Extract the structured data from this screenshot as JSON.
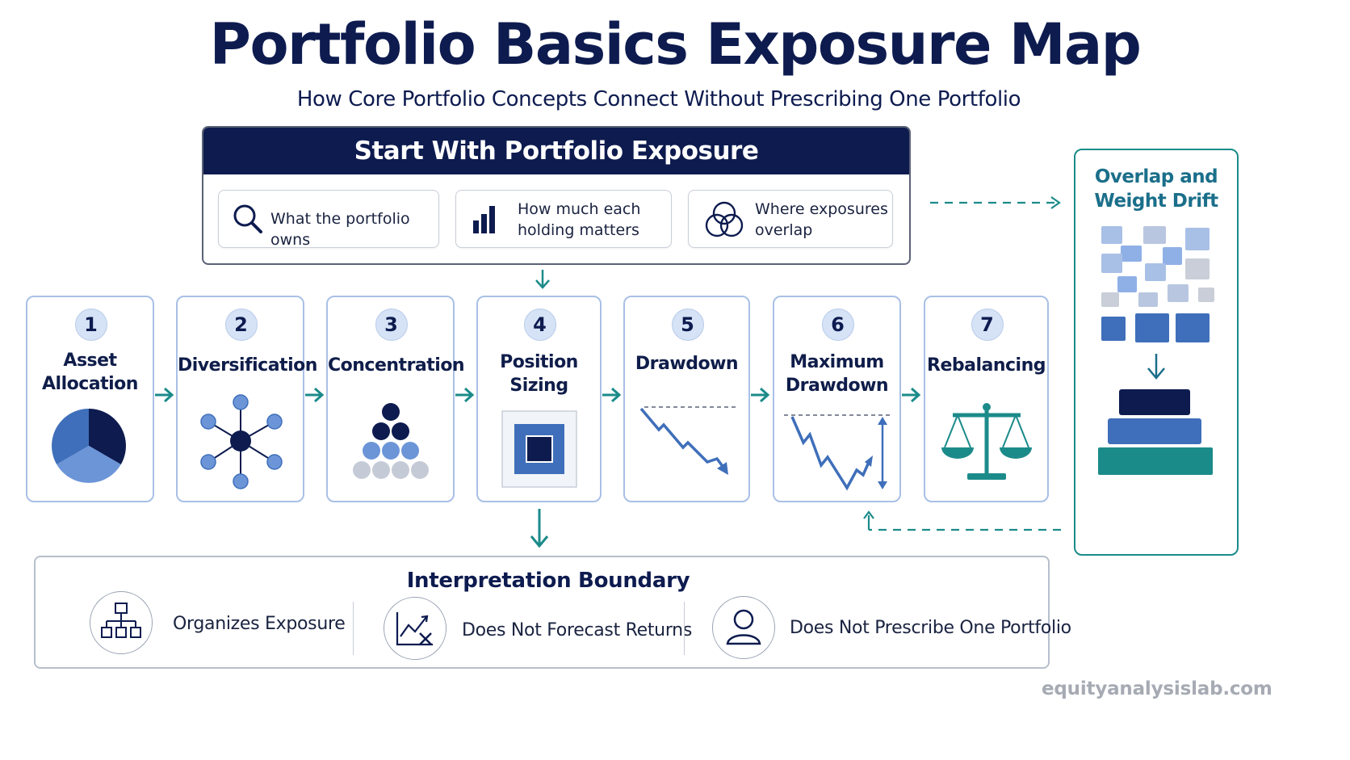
{
  "title": "Portfolio Basics Exposure Map",
  "subtitle": "How Core Portfolio Concepts Connect Without Prescribing One Portfolio",
  "start": {
    "header": "Start With Portfolio Exposure",
    "cards": [
      {
        "icon": "magnifier-icon",
        "text": "What the portfolio owns"
      },
      {
        "icon": "bar-chart-icon",
        "line1": "How much each",
        "line2": "holding matters"
      },
      {
        "icon": "venn-diagram-icon",
        "line1": "Where exposures",
        "line2": "overlap"
      }
    ]
  },
  "steps": [
    {
      "num": "1",
      "line1": "Asset",
      "line2": "Allocation",
      "icon": "pie-chart-icon"
    },
    {
      "num": "2",
      "line1": "Diversification",
      "line2": "",
      "icon": "network-icon"
    },
    {
      "num": "3",
      "line1": "Concentration",
      "line2": "",
      "icon": "dot-pyramid-icon"
    },
    {
      "num": "4",
      "line1": "Position",
      "line2": "Sizing",
      "icon": "nested-square-icon"
    },
    {
      "num": "5",
      "line1": "Drawdown",
      "line2": "",
      "icon": "declining-line-icon"
    },
    {
      "num": "6",
      "line1": "Maximum",
      "line2": "Drawdown",
      "icon": "peak-to-trough-icon"
    },
    {
      "num": "7",
      "line1": "Rebalancing",
      "line2": "",
      "icon": "balance-scale-icon"
    }
  ],
  "side": {
    "line1": "Overlap and",
    "line2": "Weight Drift",
    "icon": "drifting-blocks-icon"
  },
  "boundary": {
    "title": "Interpretation Boundary",
    "items": [
      {
        "icon": "hierarchy-icon",
        "text": "Organizes Exposure"
      },
      {
        "icon": "chart-cross-icon",
        "text": "Does Not Forecast Returns"
      },
      {
        "icon": "person-icon",
        "text": "Does Not Prescribe One Portfolio"
      }
    ]
  },
  "watermark": "equityanalysislab.com",
  "colors": {
    "navy": "#0d1b4f",
    "teal": "#1b8b8a",
    "blue": "#3f6fba",
    "light_blue": "#a9c0e6"
  }
}
